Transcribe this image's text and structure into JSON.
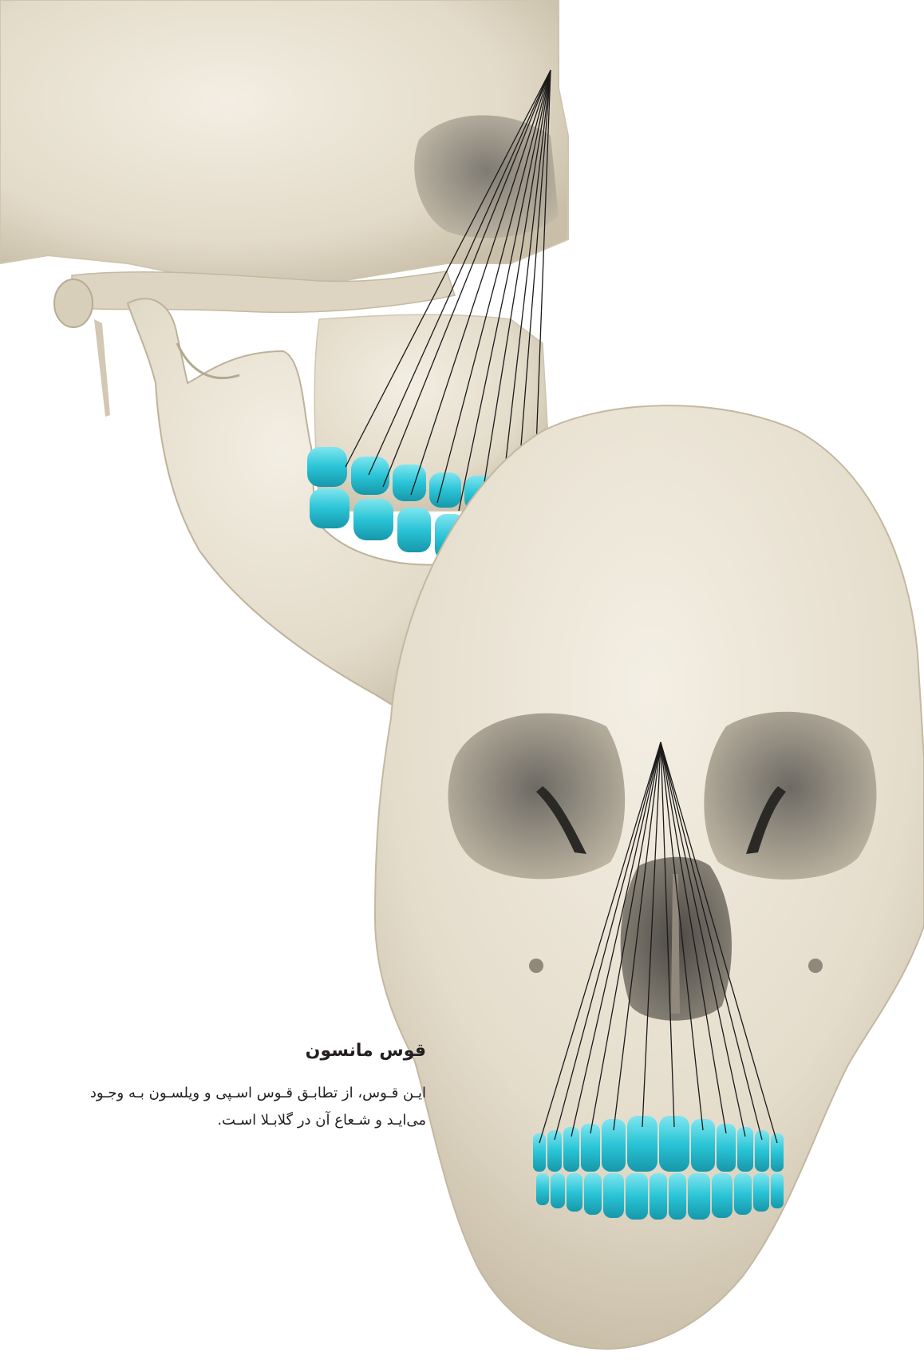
{
  "caption": {
    "title": "قوس مانسون",
    "lines": [
      "ایـن قـوس، از تطابـق قـوس اسـپی و ویلسـون بـه وجـود",
      "می‌ایـد و شـعاع آن در گلابـلا اسـت."
    ]
  },
  "figure": {
    "colors": {
      "bone": "#e9e2d2",
      "bone_shadow": "#b9b09c",
      "teeth": "#29c4d6",
      "lines": "#1a1a1a",
      "background": "#ffffff"
    }
  }
}
